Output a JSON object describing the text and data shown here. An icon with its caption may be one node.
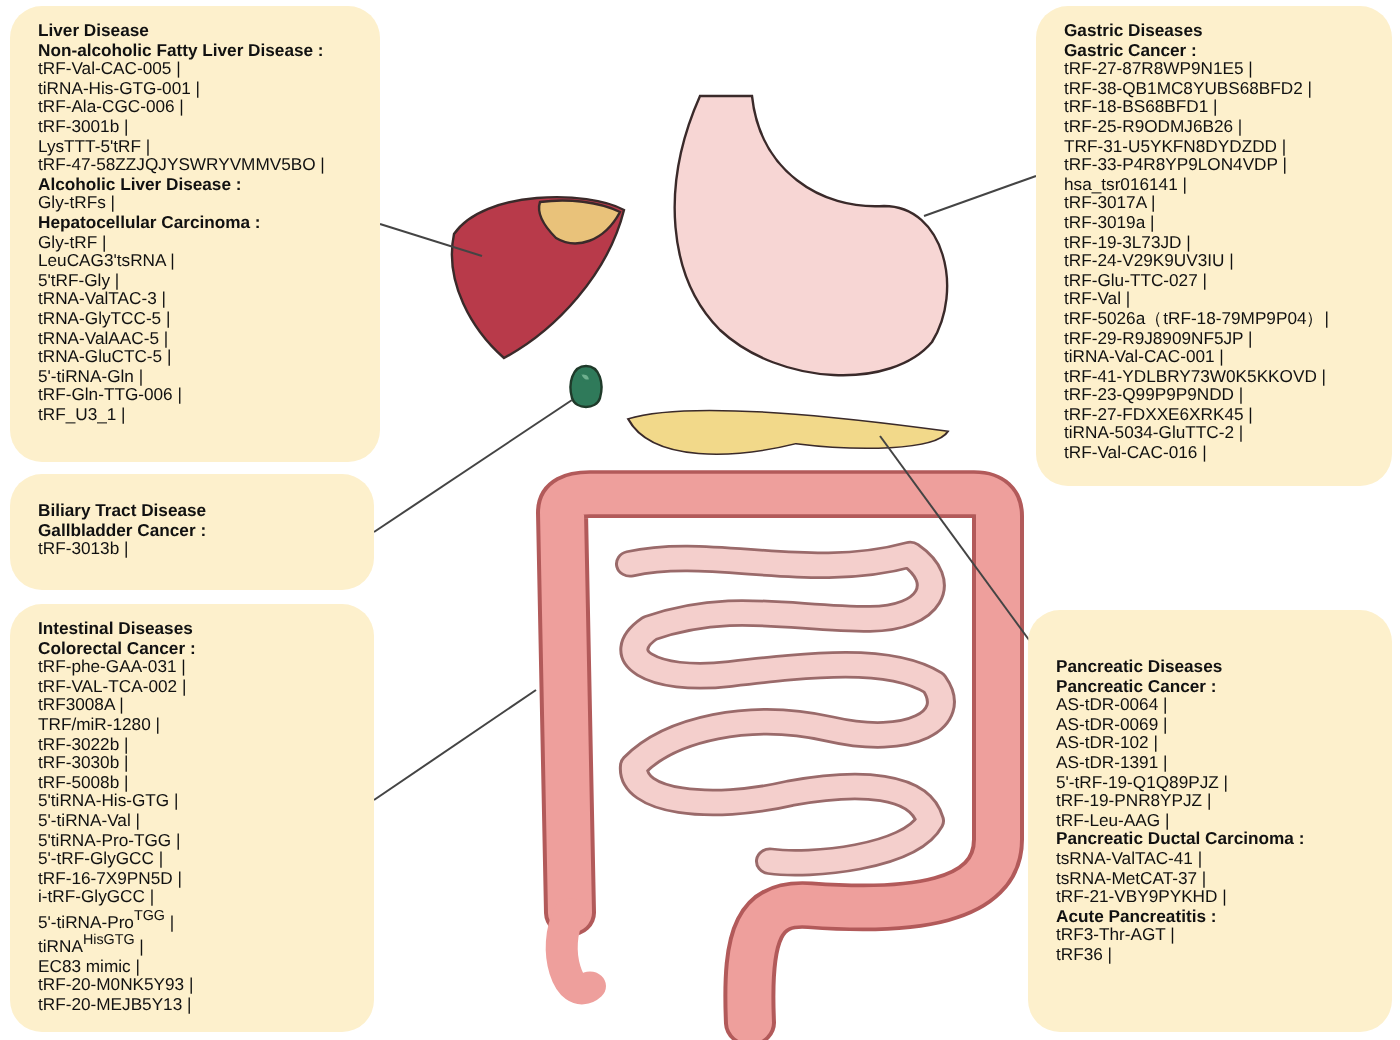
{
  "diagram": {
    "nodes": [
      {
        "text": [
          "**Liver Disease**",
          "**Non-alcoholic Fatty Liver Disease :**",
          "tRF-Val-CAC-005 |",
          "tiRNA-His-GTG-001 |",
          "tRF-Ala-CGC-006 |",
          "tRF-3001b |",
          "LysTTT-5'tRF |",
          "tRF-47-58ZZJQJYSWRYVMMV5BO |",
          "**Alcoholic Liver Disease :**",
          "Gly-tRFs |",
          "**Hepatocellular Carcinoma :**",
          "Gly-tRF |",
          "LeuCAG3'tsRNA |",
          "5'tRF-Gly |",
          "tRNA-ValTAC-3 |",
          "tRNA-GlyTCC-5 |",
          "tRNA-ValAAC-5 |",
          "tRNA-GluCTC-5 |",
          "5'-tiRNA-Gln |",
          "tRF-Gln-TTG-006 |",
          "tRF_U3_1 |"
        ]
      },
      {
        "text": [
          "**Biliary Tract Disease**",
          "**Gallbladder Cancer :**",
          "tRF-3013b |"
        ]
      },
      {
        "text": [
          "**Intestinal Diseases**",
          "**Colorectal Cancer :**",
          "tRF-phe-GAA-031 |",
          "tRF-VAL-TCA-002 |",
          "tRF3008A |",
          "TRF/miR-1280 |",
          "tRF-3022b |",
          "tRF-3030b |",
          "tRF-5008b |",
          "5'tiRNA-His-GTG |",
          "5'-tiRNA-Val |",
          "5'tiRNA-Pro-TGG |",
          "5'-tRF-GlyGCC |",
          "tRF-16-7X9PN5D |",
          "i-tRF-GlyGCC |",
          "5'-tiRNA-Pro$^{TGG}$ |",
          "tiRNA$^{HisGTG}$ |",
          "EC83 mimic |",
          "tRF-20-M0NK5Y93 |",
          "tRF-20-MEJB5Y13 |"
        ]
      },
      {
        "text": [
          "**Gastric Diseases**",
          "**Gastric Cancer :**",
          "tRF-27-87R8WP9N1E5 |",
          "tRF-38-QB1MC8YUBS68BFD2 |",
          "tRF-18-BS68BFD1 |",
          "tRF-25-R9ODMJ6B26 |",
          "TRF-31-U5YKFN8DYDZDD |",
          "tRF-33-P4R8YP9LON4VDP |",
          "hsa_tsr016141 |",
          "tRF-3017A |",
          "tRF-3019a |",
          "tRF-19-3L73JD |",
          "tRF-24-V29K9UV3IU |",
          "tRF-Glu-TTC-027 |",
          "tRF-Val |",
          "tRF-5026a（tRF-18-79MP9P04）|",
          "tRF-29-R9J8909NF5JP |",
          "tiRNA-Val-CAC-001 |",
          "tRF-41-YDLBRY73W0K5KKOVD |",
          "tRF-23-Q99P9P9NDD |",
          "tRF-27-FDXXE6XRK45 |",
          "tiRNA-5034-GluTTC-2 |",
          "tRF-Val-CAC-016 |"
        ]
      },
      {
        "text": [
          "**Pancreatic Diseases**",
          "**Pancreatic Cancer :**",
          "AS-tDR-0064 |",
          "AS-tDR-0069 |",
          "AS-tDR-102 |",
          "AS-tDR-1391 |",
          "5'-tRF-19-Q1Q89PJZ |",
          "tRF-19-PNR8YPJZ |",
          "tRF-Leu-AAG |",
          "**Pancreatic Ductal Carcinoma :**",
          "tsRNA-ValTAC-41 |",
          "tsRNA-MetCAT-37 |",
          "tRF-21-VBY9PYKHD |",
          "**Acute Pancreatitis :**",
          "tRF3-Thr-AGT |",
          "tRF36 |"
        ]
      },
      {
        "text": [],
        "shape": "picture"
      },
      {
        "text": [],
        "shape": "picture"
      },
      {
        "text": [],
        "shape": "picture"
      },
      {
        "text": [],
        "shape": "picture"
      },
      {
        "text": [],
        "shape": "picture"
      }
    ],
    "edges": [
      {
        "from": 0,
        "to": 5,
        "arrow": "none"
      },
      {
        "from": 1,
        "to": 6,
        "arrow": "none"
      },
      {
        "from": 2,
        "to": 9,
        "arrow": "none"
      },
      {
        "from": 3,
        "to": 7,
        "arrow": "none"
      },
      {
        "from": 4,
        "to": 8,
        "arrow": "none"
      }
    ]
  }
}
